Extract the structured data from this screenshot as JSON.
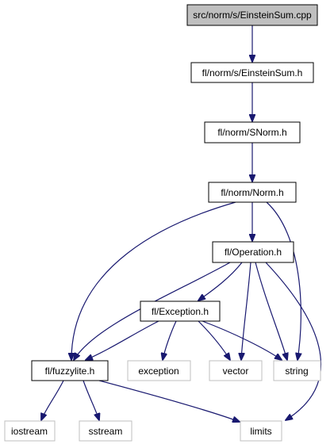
{
  "colors": {
    "edge": "#191970",
    "root_fill": "#bfbfbf",
    "node_border_black": "#000000",
    "node_border_grey": "#bfbfbf",
    "text": "#000000",
    "background": "#ffffff"
  },
  "nodes": {
    "einsteinsum_cpp": "src/norm/s/EinsteinSum.cpp",
    "einsteinsum_h": "fl/norm/s/EinsteinSum.h",
    "snorm_h": "fl/norm/SNorm.h",
    "norm_h": "fl/norm/Norm.h",
    "operation_h": "fl/Operation.h",
    "exception_h": "fl/Exception.h",
    "fuzzylite_h": "fl/fuzzylite.h",
    "exception": "exception",
    "vector": "vector",
    "string": "string",
    "iostream": "iostream",
    "sstream": "sstream",
    "limits": "limits"
  },
  "edges": [
    [
      "einsteinsum_cpp",
      "einsteinsum_h"
    ],
    [
      "einsteinsum_h",
      "snorm_h"
    ],
    [
      "snorm_h",
      "norm_h"
    ],
    [
      "norm_h",
      "operation_h"
    ],
    [
      "norm_h",
      "fuzzylite_h"
    ],
    [
      "norm_h",
      "string"
    ],
    [
      "operation_h",
      "fuzzylite_h"
    ],
    [
      "operation_h",
      "exception_h"
    ],
    [
      "operation_h",
      "vector"
    ],
    [
      "operation_h",
      "string"
    ],
    [
      "operation_h",
      "limits"
    ],
    [
      "exception_h",
      "fuzzylite_h"
    ],
    [
      "exception_h",
      "exception"
    ],
    [
      "exception_h",
      "vector"
    ],
    [
      "exception_h",
      "string"
    ],
    [
      "fuzzylite_h",
      "iostream"
    ],
    [
      "fuzzylite_h",
      "sstream"
    ],
    [
      "fuzzylite_h",
      "limits"
    ]
  ]
}
